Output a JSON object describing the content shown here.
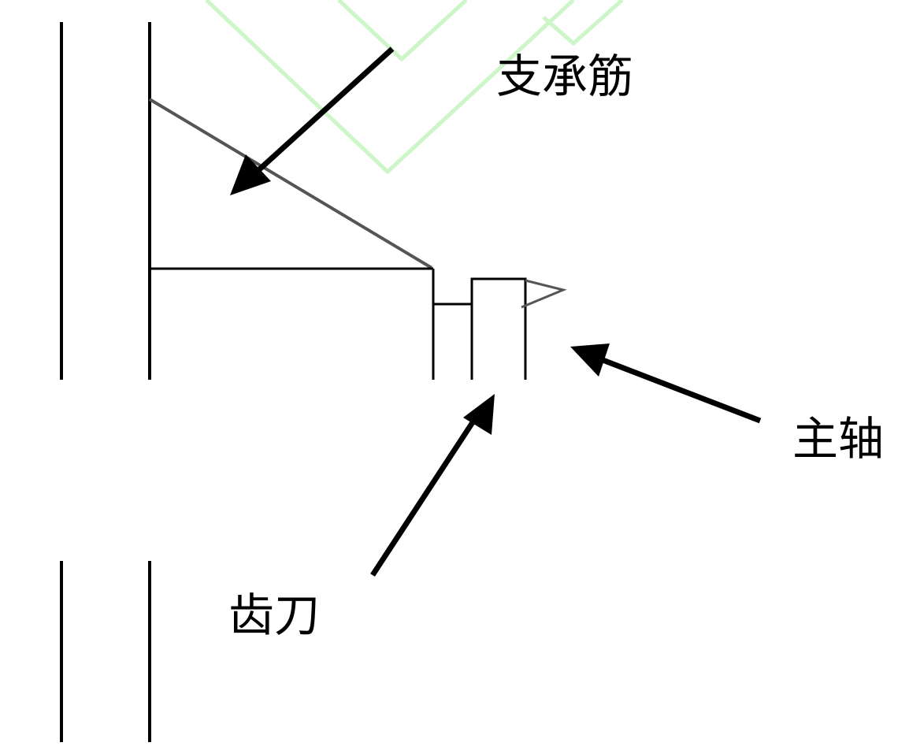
{
  "labels": {
    "support_rib": "支承筋",
    "spindle": "主轴",
    "cutter": "齿刀"
  },
  "colors": {
    "line": "#000000",
    "rib_hatch": "#555555",
    "green_outline": "#ccf5c8",
    "background": "#ffffff"
  }
}
